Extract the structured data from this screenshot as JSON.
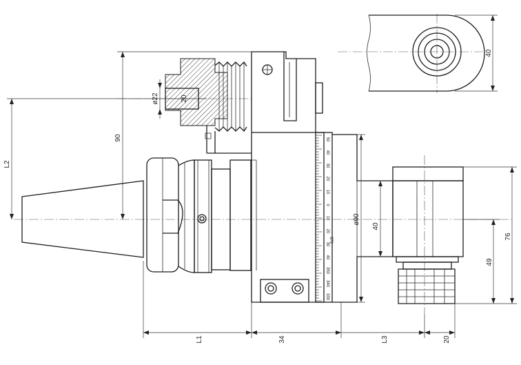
{
  "dimensions": {
    "L1": "L1",
    "L2": "L2",
    "L3": "L3",
    "d34": "34",
    "d20": "20",
    "d90": "90",
    "d76": "76",
    "d49": "49",
    "d40_top": "40",
    "d40_mid": "40",
    "phi22": "ø22",
    "phi90": "ø90",
    "m20": "20"
  },
  "scale": {
    "labels": [
      "50",
      "40",
      "30",
      "20",
      "10",
      "0",
      "10",
      "20",
      "30",
      "40",
      "350",
      "340",
      "330"
    ],
    "bottom_label": "370"
  },
  "colors": {
    "line": "#1b1b1b",
    "background": "#ffffff"
  }
}
